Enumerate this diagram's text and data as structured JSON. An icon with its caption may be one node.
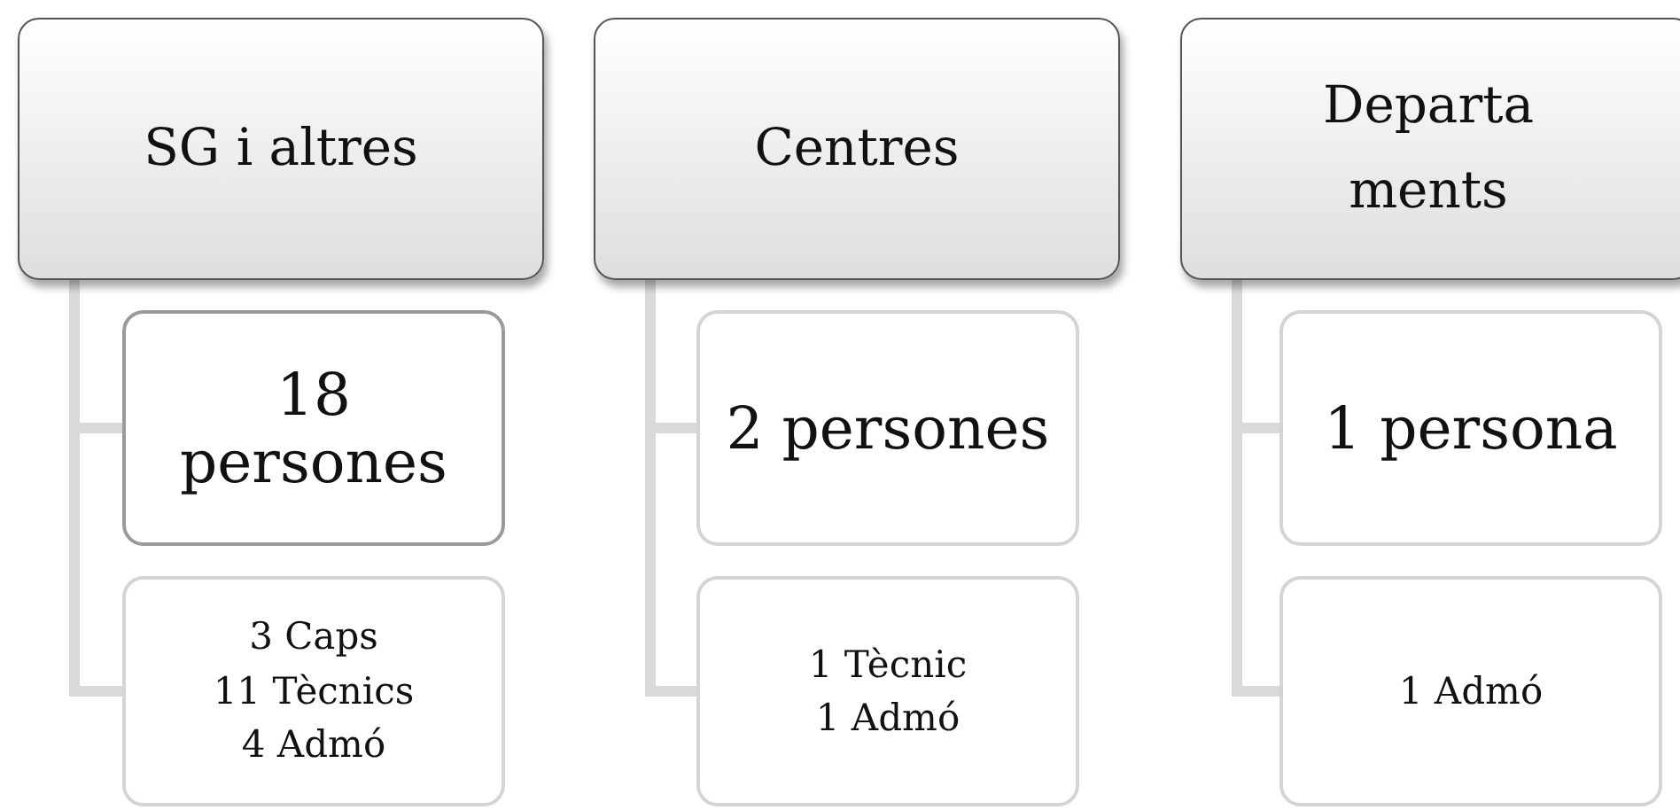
{
  "diagram": {
    "nodes": [
      {
        "text": [
          "SG i altres"
        ]
      },
      {
        "text": [
          "18 persones"
        ]
      },
      {
        "text": [
          "3 Caps",
          "11 Tècnics",
          "4 Admó"
        ]
      },
      {
        "text": [
          "Centres"
        ]
      },
      {
        "text": [
          "2 persones"
        ]
      },
      {
        "text": [
          "1 Tècnic",
          "1 Admó"
        ]
      },
      {
        "text": [
          "Departa ments"
        ]
      },
      {
        "text": [
          "1 persona"
        ]
      },
      {
        "text": [
          "1 Admó"
        ]
      }
    ],
    "edges": [
      {
        "from": 0,
        "to": 1,
        "arrow": "none"
      },
      {
        "from": 0,
        "to": 2,
        "arrow": "none"
      },
      {
        "from": 3,
        "to": 4,
        "arrow": "none"
      },
      {
        "from": 3,
        "to": 5,
        "arrow": "none"
      },
      {
        "from": 6,
        "to": 7,
        "arrow": "none"
      },
      {
        "from": 6,
        "to": 8,
        "arrow": "none"
      }
    ]
  }
}
